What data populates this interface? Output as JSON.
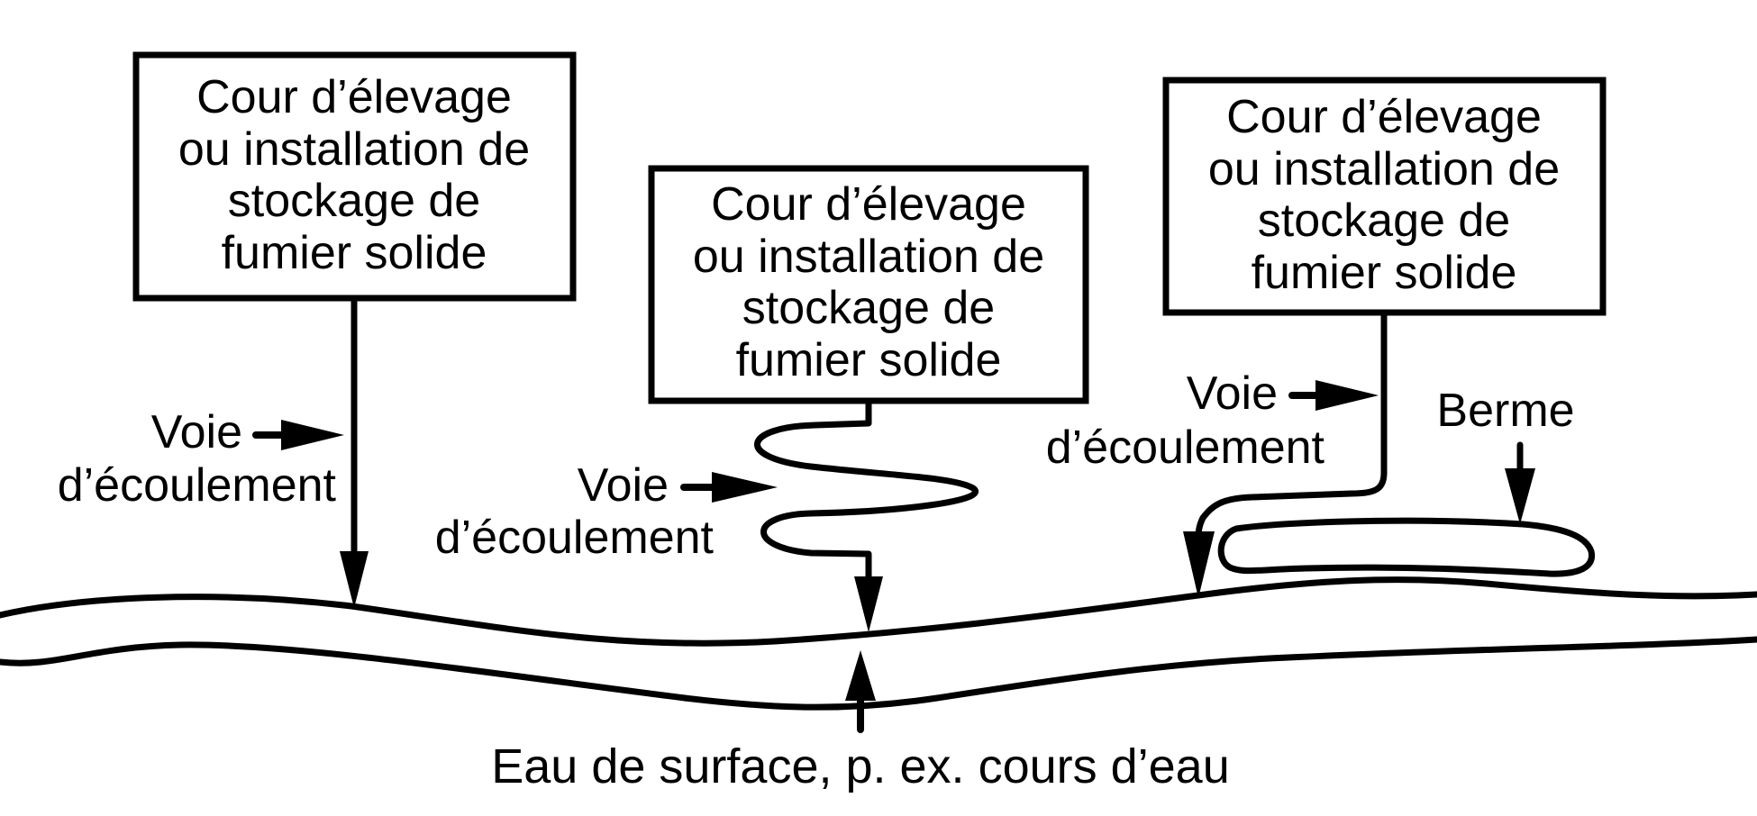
{
  "boxes": [
    {
      "lines": [
        "Cour d’élevage",
        "ou installation de",
        "stockage de",
        "fumier solide"
      ]
    },
    {
      "lines": [
        "Cour d’élevage",
        "ou installation de",
        "stockage de",
        "fumier solide"
      ]
    },
    {
      "lines": [
        "Cour d’élevage",
        "ou installation de",
        "stockage de",
        "fumier solide"
      ]
    }
  ],
  "flow_labels": [
    {
      "line1": "Voie",
      "line2": "d’écoulement"
    },
    {
      "line1": "Voie",
      "line2": "d’écoulement"
    },
    {
      "line1": "Voie",
      "line2": "d’écoulement"
    }
  ],
  "berm_label": "Berme",
  "water_label": "Eau de surface, p. ex. cours d’eau",
  "colors": {
    "ink": "#000000",
    "background": "#ffffff"
  }
}
